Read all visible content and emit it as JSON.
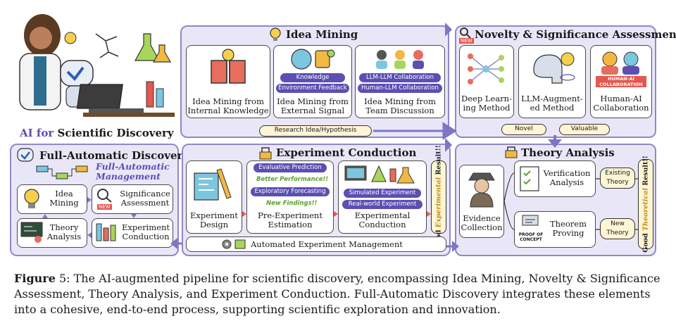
{
  "header": {
    "ai_for": "AI for",
    "scientific_discovery": "Scientific Discovery"
  },
  "idea_mining": {
    "title": "Idea Mining",
    "internal": "Idea Mining from\nInternal Knowledge",
    "external_tags": [
      "Knowledge",
      "Environment Feedback"
    ],
    "external": "Idea Mining from\nExternal Signal",
    "team_tags": [
      "LLM-LLM Collaboration",
      "Human-LLM Collaboration"
    ],
    "team": "Idea Mining from\nTeam Discussion",
    "output": "Research Idea/Hypothesis"
  },
  "novelty": {
    "title": "Novelty & Significance Assessment",
    "new_badge": "NEW",
    "deep": "Deep Learn-\ning Method",
    "llm": "LLM-Augment-\ned Method",
    "human": "Human-AI\nCollaboration",
    "human_badge": "HUMAN-AI\nCOLLABORATION",
    "out_novel": "Novel",
    "out_valuable": "Valuable"
  },
  "full_auto": {
    "title": "Full-Automatic Discovery",
    "management": "Full-Automatic\nManagement",
    "idea": "Idea\nMining",
    "significance": "Significance\nAssessment",
    "new_badge": "NEW",
    "theory": "Theory\nAnalysis",
    "experiment": "Experiment\nConduction"
  },
  "experiment": {
    "title": "Experiment Conduction",
    "design": "Experiment\nDesign",
    "pre_tags": [
      "Evaluative Prediction",
      "Exploratory Forecasting"
    ],
    "pre_green": [
      "Better Performance!!",
      "New Findings!!"
    ],
    "pre": "Pre-Experiment\nEstimation",
    "conduct_tags": [
      "Simulated Experiment",
      "Real-world Experiment"
    ],
    "conduct": "Experimental\nConduction",
    "automated": "Automated Experiment Management",
    "result_prefix": "Good",
    "result_em": "Experimental",
    "result_suffix": "Result!!"
  },
  "theory": {
    "title": "Theory Analysis",
    "evidence": "Evidence\nCollection",
    "verification": "Verification\nAnalysis",
    "existing": "Existing\nTheory",
    "proving": "Theorem\nProving",
    "proof_badge": "PROOF OF\nCONCEPT",
    "new_theory": "New\nTheory",
    "result_prefix": "Good",
    "result_em": "Theoretical",
    "result_suffix": "Result!!"
  },
  "caption": {
    "label": "Figure",
    "number": "5",
    "text": ": The AI-augmented pipeline for scientific discovery, encompassing Idea Mining, Novelty & Significance Assessment, Theory Analysis, and Experiment Conduction. Full-Automatic Discovery integrates these elements into a cohesive, end-to-end process, supporting scientific exploration and innovation."
  },
  "colors": {
    "panel_bg": "#e9e7f7",
    "panel_border": "#8f88c9",
    "pill": "#5b4fb3",
    "cream": "#fdf5d4",
    "accent_text": "#5b4fb3",
    "green": "#5aa12c",
    "arrow": "#7d76c4"
  },
  "icons": [
    "scientist-icon",
    "robot-icon",
    "book-bulb-icon",
    "globe-icon",
    "team-icon",
    "neural-net-icon",
    "brain-icon",
    "human-ai-icon",
    "detective-icon",
    "checklist-icon",
    "proof-icon",
    "tools-icon",
    "lab-icon"
  ]
}
